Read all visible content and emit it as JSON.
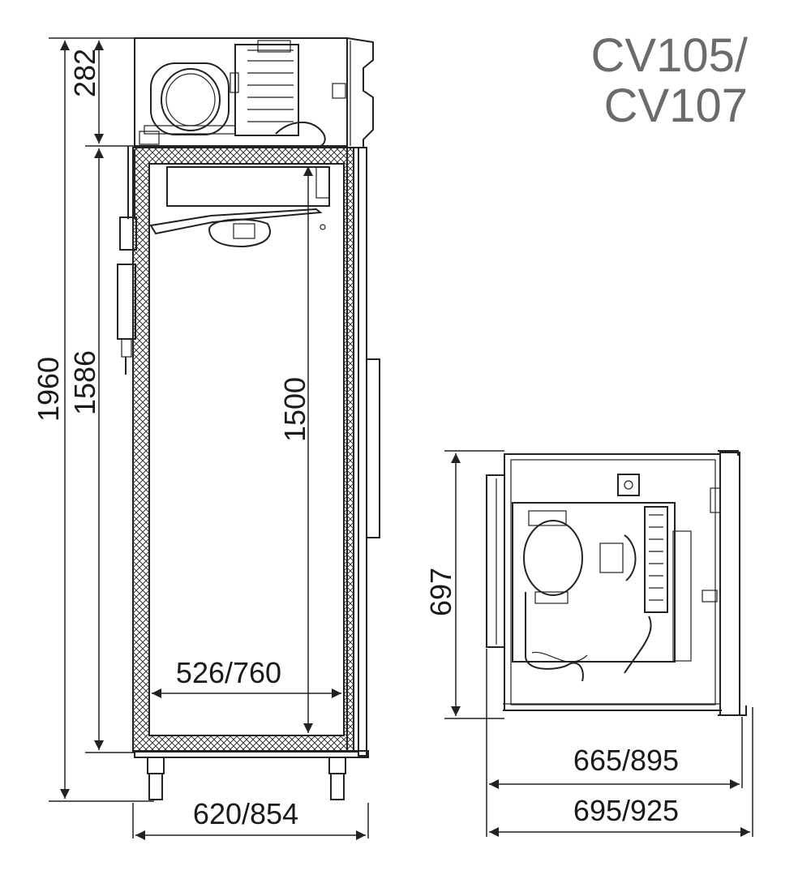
{
  "title": {
    "line1": "CV105/",
    "line2": "CV107"
  },
  "front_view": {
    "dim_total_height": "1960",
    "dim_top_unit_height": "282",
    "dim_cabinet_height": "1586",
    "dim_inner_height": "1500",
    "dim_inner_width": "526/760",
    "dim_outer_width": "620/854"
  },
  "top_view": {
    "dim_depth": "697",
    "dim_inner_depth": "665/895",
    "dim_outer_depth": "695/925"
  },
  "colors": {
    "title": "#6b6b6b",
    "line": "#222222"
  }
}
